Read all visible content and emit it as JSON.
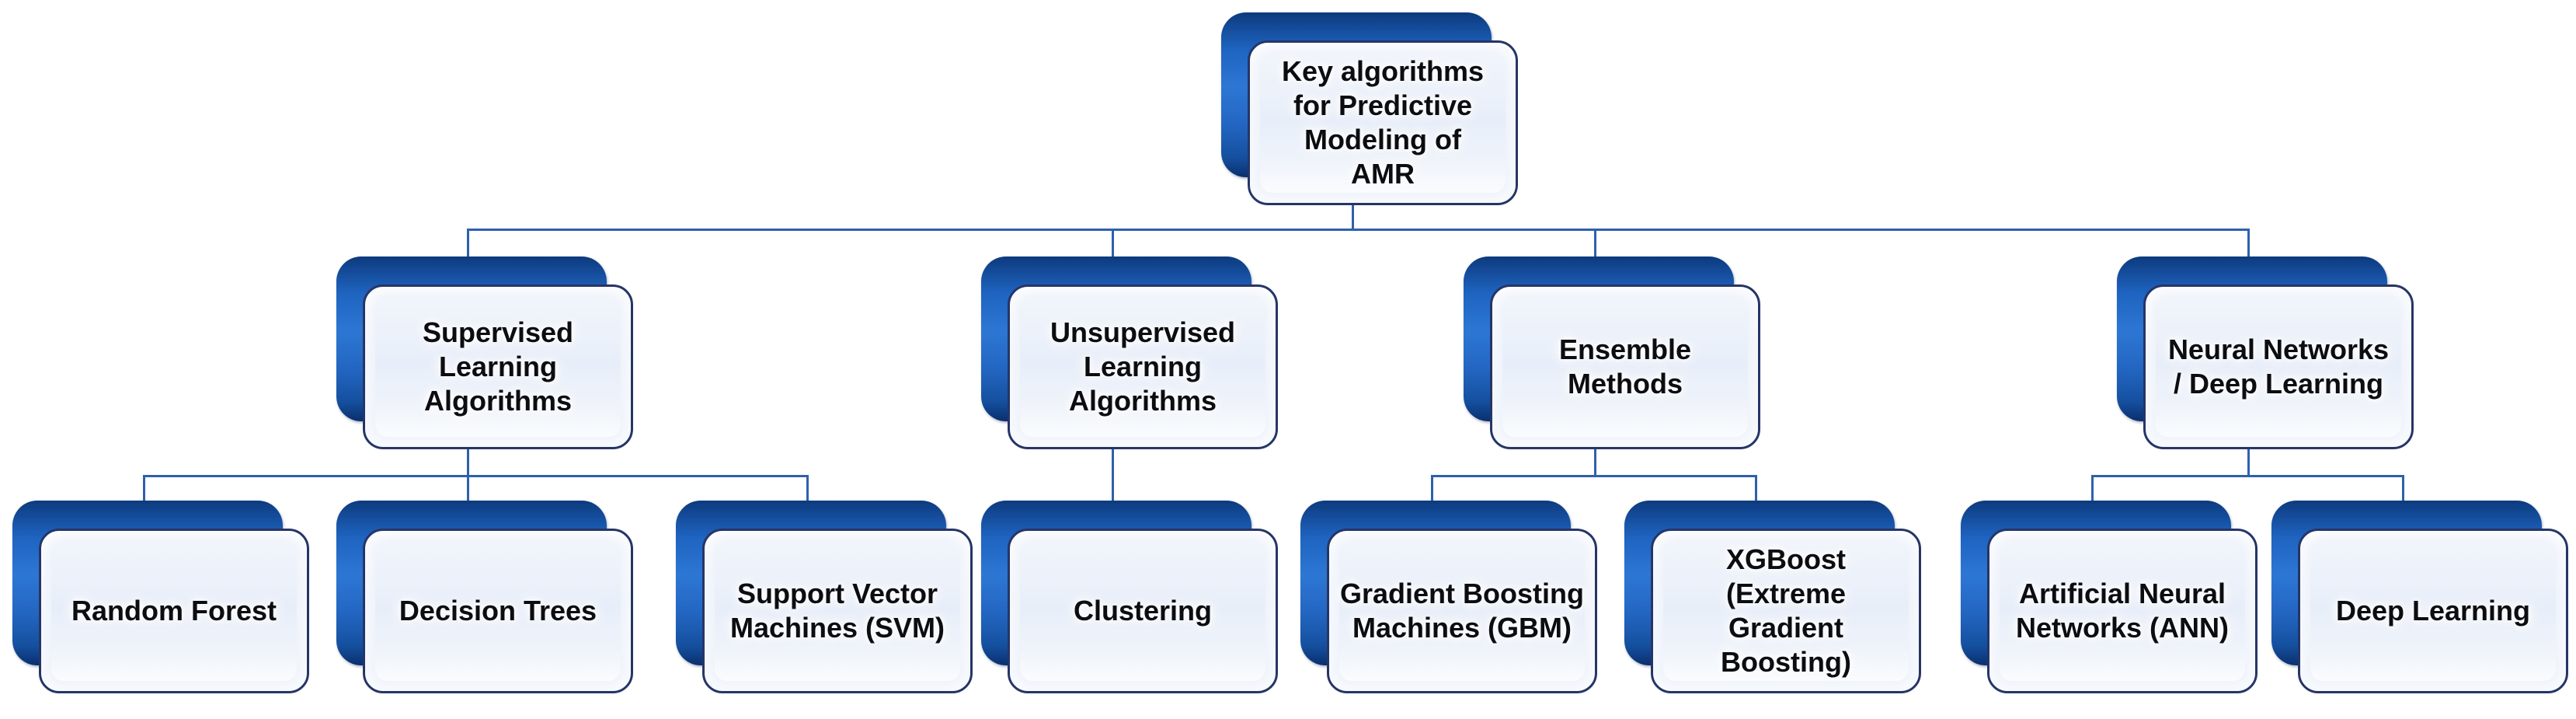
{
  "diagram": {
    "type": "hierarchy-tree",
    "root": {
      "label": "Key algorithms for Predictive Modeling of AMR"
    },
    "categories": [
      {
        "label": "Supervised Learning Algorithms",
        "children": [
          {
            "label": "Random Forest"
          },
          {
            "label": "Decision Trees"
          },
          {
            "label": "Support Vector Machines (SVM)"
          }
        ]
      },
      {
        "label": "Unsupervised Learning Algorithms",
        "children": [
          {
            "label": "Clustering"
          }
        ]
      },
      {
        "label": "Ensemble Methods",
        "children": [
          {
            "label": "Gradient Boosting Machines (GBM)"
          },
          {
            "label": "XGBoost (Extreme Gradient Boosting)"
          }
        ]
      },
      {
        "label": "Neural Networks / Deep Learning",
        "children": [
          {
            "label": "Artificial Neural Networks (ANN)"
          },
          {
            "label": "Deep Learning"
          }
        ]
      }
    ],
    "colors": {
      "shadow_blue": "#2d77d4",
      "shadow_blue_dark": "#0d3a7d",
      "card_border": "#263567",
      "card_fill_tint": "#e8eef9",
      "connector": "#2e61ad",
      "text": "#0c0d10",
      "background": "#ffffff"
    }
  }
}
